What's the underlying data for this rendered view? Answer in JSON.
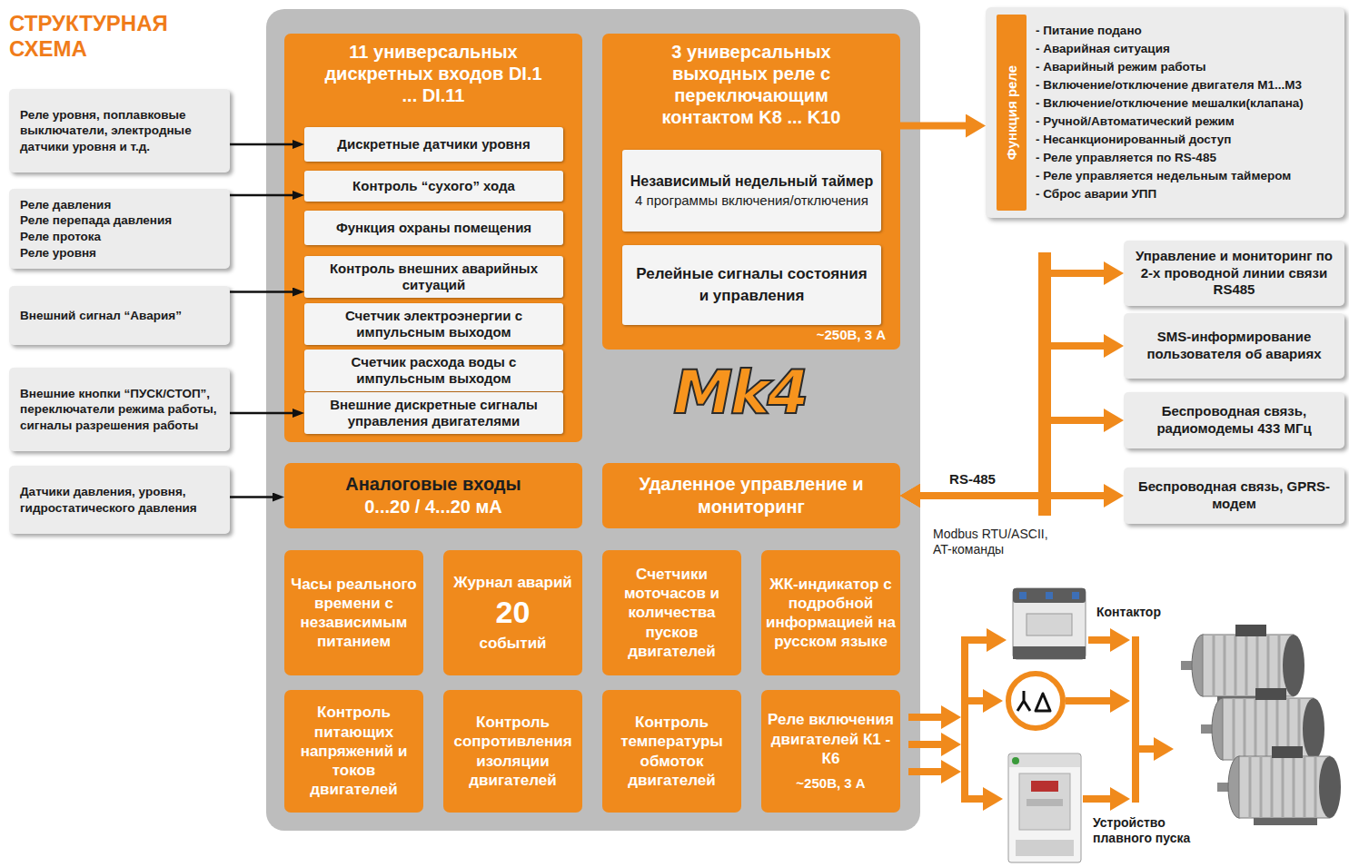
{
  "diagram": {
    "title": "СТРУКТУРНАЯ СХЕМА",
    "nodes": [
      {
        "text": [
          "Реле уровня, поплавковые выключатели, электродные датчики уровня и т.д."
        ]
      },
      {
        "text": [
          "Реле давления",
          "Реле перепада давления",
          "Реле протока",
          "Реле уровня"
        ]
      },
      {
        "text": [
          "Внешний сигнал “Авария”"
        ]
      },
      {
        "text": [
          "Внешние кнопки “ПУСК/СТОП”, переключатели режима работы, сигналы разрешения работы"
        ]
      },
      {
        "text": [
          "Датчики давления, уровня, гидростатического давления"
        ]
      },
      {
        "text": [
          "Mk4"
        ]
      },
      {
        "text": [
          "11 универсальных дискретных входов DI.1 ... DI.11"
        ],
        "in": 5
      },
      {
        "text": [
          "Дискретные датчики уровня"
        ],
        "in": 6
      },
      {
        "text": [
          "Контроль “сухого” хода"
        ],
        "in": 6
      },
      {
        "text": [
          "Функция охраны помещения"
        ],
        "in": 6
      },
      {
        "text": [
          "Контроль внешних аварийных ситуаций"
        ],
        "in": 6
      },
      {
        "text": [
          "Счетчик электроэнергии с импульсным выходом"
        ],
        "in": 6
      },
      {
        "text": [
          "Счетчик расхода воды с импульсным выходом"
        ],
        "in": 6
      },
      {
        "text": [
          "Внешние дискретные сигналы управления двигателями"
        ],
        "in": 6
      },
      {
        "text": [
          "3 универсальных выходных реле с переключающим контактом K8 ... K10",
          "~250В, 3 А"
        ],
        "in": 5
      },
      {
        "text": [
          "Независимый недельный таймер",
          "4 программы включения/отключения"
        ],
        "in": 14
      },
      {
        "text": [
          "Релейные сигналы состояния и управления"
        ],
        "in": 14
      },
      {
        "text": [
          "Аналоговые входы",
          "0...20 / 4...20 мА"
        ],
        "in": 5
      },
      {
        "text": [
          "Удаленное управление и мониторинг"
        ],
        "in": 5
      },
      {
        "text": [
          "Часы реального времени с независимым питанием"
        ],
        "in": 5
      },
      {
        "text": [
          "Журнал аварий",
          "20",
          "событий"
        ],
        "in": 5
      },
      {
        "text": [
          "Счетчики моточасов и количества пусков двигателей"
        ],
        "in": 5
      },
      {
        "text": [
          "ЖК-индикатор с подробной информацией на русском языке"
        ],
        "in": 5
      },
      {
        "text": [
          "Контроль питающих напряжений и токов двигателей"
        ],
        "in": 5
      },
      {
        "text": [
          "Контроль сопротивления изоляции двигателей"
        ],
        "in": 5
      },
      {
        "text": [
          "Контроль температуры обмоток двигателей"
        ],
        "in": 5
      },
      {
        "text": [
          "Реле включения двигателей К1 - К6",
          "~250В, 3 А"
        ],
        "in": 5
      },
      {
        "text": [
          "Функция реле",
          "- Питание подано",
          "- Аварийная ситуация",
          "- Аварийный режим работы",
          "- Включение/отключение двигателя М1...М3",
          "- Включение/отключение мешалки(клапана)",
          "- Ручной/Автоматический режим",
          "- Несанкционированный доступ",
          "- Реле управляется по RS-485",
          "- Реле управляется недельным таймером",
          "- Сброс аварии УПП"
        ]
      },
      {
        "text": [
          "Управление и мониторинг по 2-х проводной линии связи RS485"
        ]
      },
      {
        "text": [
          "SMS-информирование пользователя об авариях"
        ]
      },
      {
        "text": [
          "Беспроводная связь, радиомодемы 433 МГц"
        ]
      },
      {
        "text": [
          "Беспроводная связь, GPRS-модем"
        ]
      }
    ],
    "edges": [
      {
        "from": 0,
        "to": 7,
        "arrow": "to"
      },
      {
        "from": 1,
        "to": 8,
        "arrow": "to"
      },
      {
        "from": 2,
        "to": 10,
        "arrow": "to"
      },
      {
        "from": 3,
        "to": 13,
        "arrow": "to"
      },
      {
        "from": 4,
        "to": 17,
        "arrow": "to"
      },
      {
        "from": 14,
        "to": 27,
        "arrow": "to"
      },
      {
        "from": 18,
        "to": 28,
        "label": "RS-485",
        "arrow": "both"
      },
      {
        "from": 18,
        "to": 29,
        "arrow": "both"
      },
      {
        "from": 18,
        "to": 30,
        "arrow": "both"
      },
      {
        "from": 18,
        "to": 31,
        "arrow": "both"
      }
    ],
    "labels": [
      "Modbus RTU/ASCII, AT-команды",
      "Контактор",
      "Устройство плавного пуска"
    ]
  }
}
